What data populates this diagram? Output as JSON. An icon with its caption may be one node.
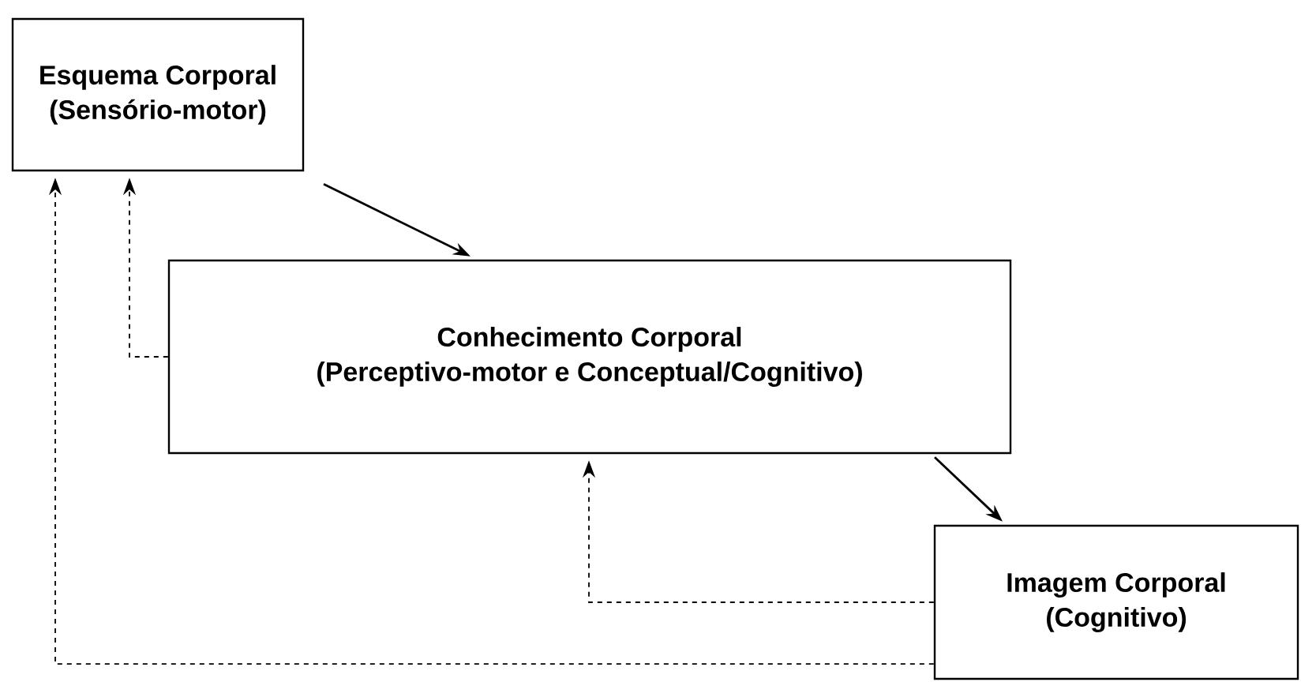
{
  "diagram": {
    "nodes": [
      {
        "text": [
          "Esquema Corporal",
          "(Sensório-motor)"
        ]
      },
      {
        "text": [
          "Conhecimento Corporal",
          "(Perceptivo-motor e Conceptual/Cognitivo)"
        ]
      },
      {
        "text": [
          "Imagem Corporal",
          "(Cognitivo)"
        ]
      }
    ],
    "edges": [
      {
        "from": 0,
        "to": 1,
        "arrow": "to"
      },
      {
        "from": 1,
        "to": 2,
        "arrow": "to"
      },
      {
        "from": 1,
        "to": 0,
        "arrow": "to",
        "style": "dashed"
      },
      {
        "from": 2,
        "to": 1,
        "arrow": "to",
        "style": "dashed"
      },
      {
        "from": 2,
        "to": 0,
        "arrow": "to",
        "style": "dashed"
      }
    ]
  }
}
